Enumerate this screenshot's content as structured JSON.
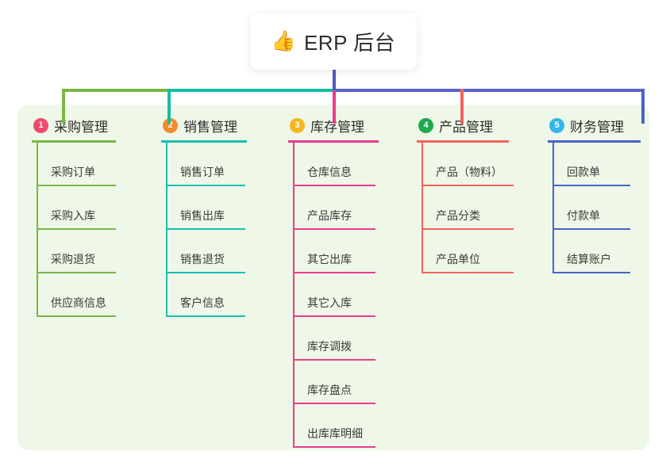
{
  "root": {
    "icon": "thumbs-up-icon",
    "emoji": "👍",
    "title": "ERP 后台"
  },
  "palette": {
    "panel_bg": "#eef7e8",
    "page_bg": "#ffffff",
    "stem": "#4e5bc6",
    "bus_green": "#7ab648",
    "bus_teal": "#14bba4",
    "bus_blue": "#5b63c7"
  },
  "columns": [
    {
      "number": "1",
      "title": "采购管理",
      "badge_color": "#ef4a6b",
      "line_color": "#7ab648",
      "stub_color": "#7ab648",
      "items": [
        "采购订单",
        "采购入库",
        "采购退货",
        "供应商信息"
      ]
    },
    {
      "number": "2",
      "title": "销售管理",
      "badge_color": "#f58a2e",
      "line_color": "#19bfb0",
      "stub_color": "#14bba4",
      "items": [
        "销售订单",
        "销售出库",
        "销售退货",
        "客户信息"
      ]
    },
    {
      "number": "3",
      "title": "库存管理",
      "badge_color": "#f5b720",
      "line_color": "#ea3d8c",
      "stub_color": "#ea3d8c",
      "items": [
        "仓库信息",
        "产品库存",
        "其它出库",
        "其它入库",
        "库存调拨",
        "库存盘点",
        "出库库明细"
      ]
    },
    {
      "number": "4",
      "title": "产品管理",
      "badge_color": "#1faa4b",
      "line_color": "#f4645c",
      "stub_color": "#f4645c",
      "items": [
        "产品（物料）",
        "产品分类",
        "产品单位"
      ]
    },
    {
      "number": "5",
      "title": "财务管理",
      "badge_color": "#35b6ea",
      "line_color": "#4a63c8",
      "stub_color": "#4a63c8",
      "items": [
        "回款单",
        "付款单",
        "结算账户"
      ]
    }
  ]
}
